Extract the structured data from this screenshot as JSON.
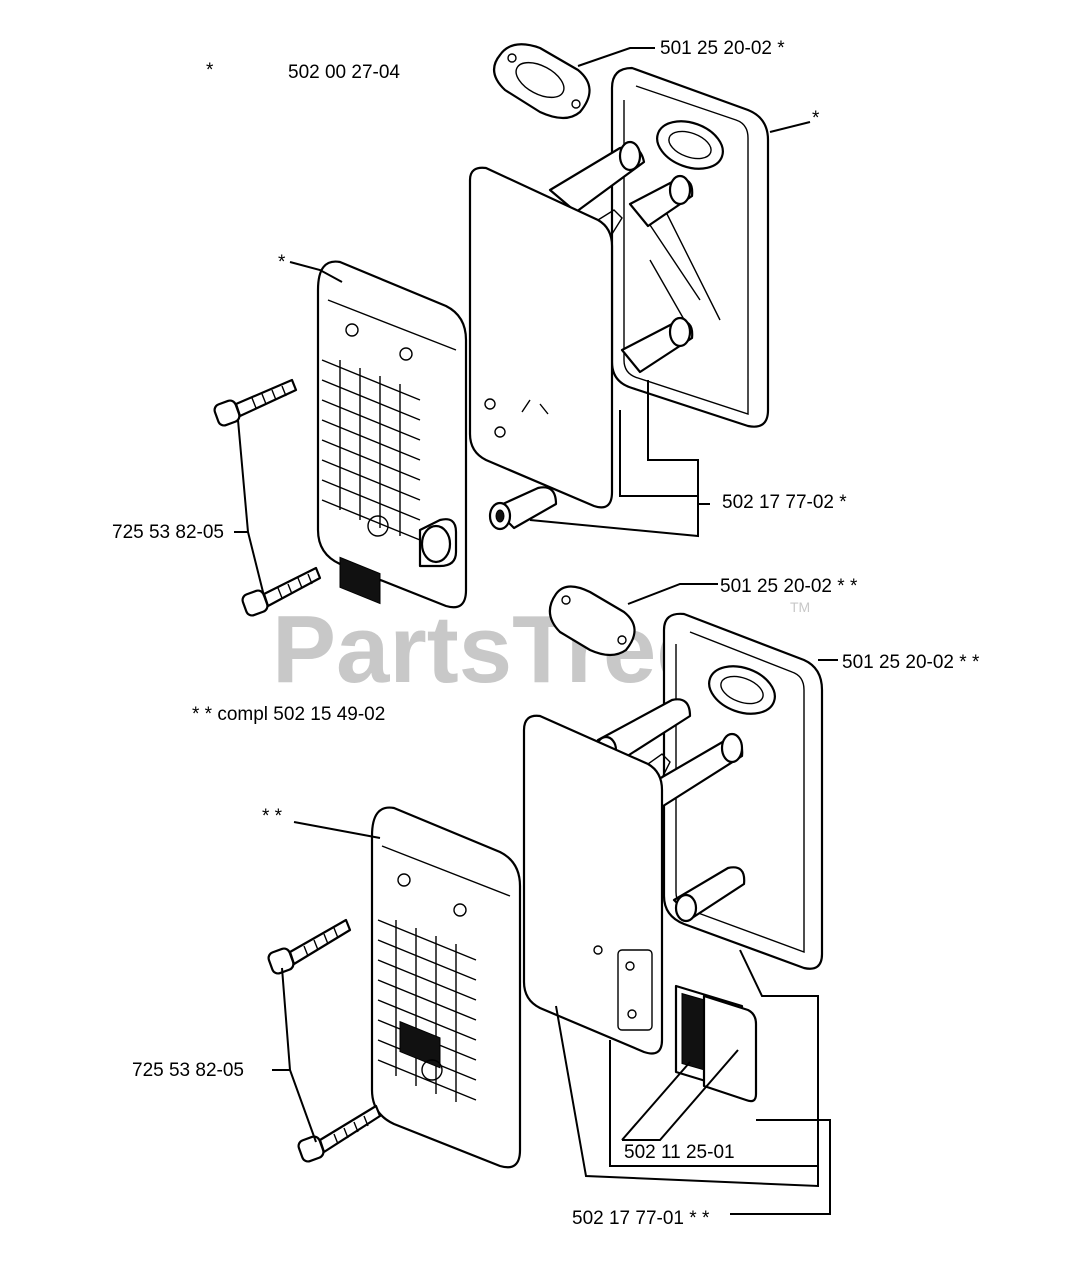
{
  "labels": {
    "top_star": "*",
    "top_assembly": "502 00 27-04",
    "gasket_top": "501 25 20-02  *",
    "body_top_star": "*",
    "screen_top_star": "*",
    "bolt_top": "725 53 82-05",
    "tube_top": "502 17 77-02  *",
    "gasket_bottom": "501 25 20-02  * *",
    "body_bottom": "501 25 20-02  * *",
    "compl_note": "* *  compl 502 15 49-02",
    "screen_bottom_star": "* *",
    "bolt_bottom": "725 53 82-05",
    "spark_screen": "502 11 25-01",
    "tube_bottom": "502 17 77-01  * *"
  },
  "watermark": {
    "text": "PartsTree",
    "tm": "TM"
  }
}
